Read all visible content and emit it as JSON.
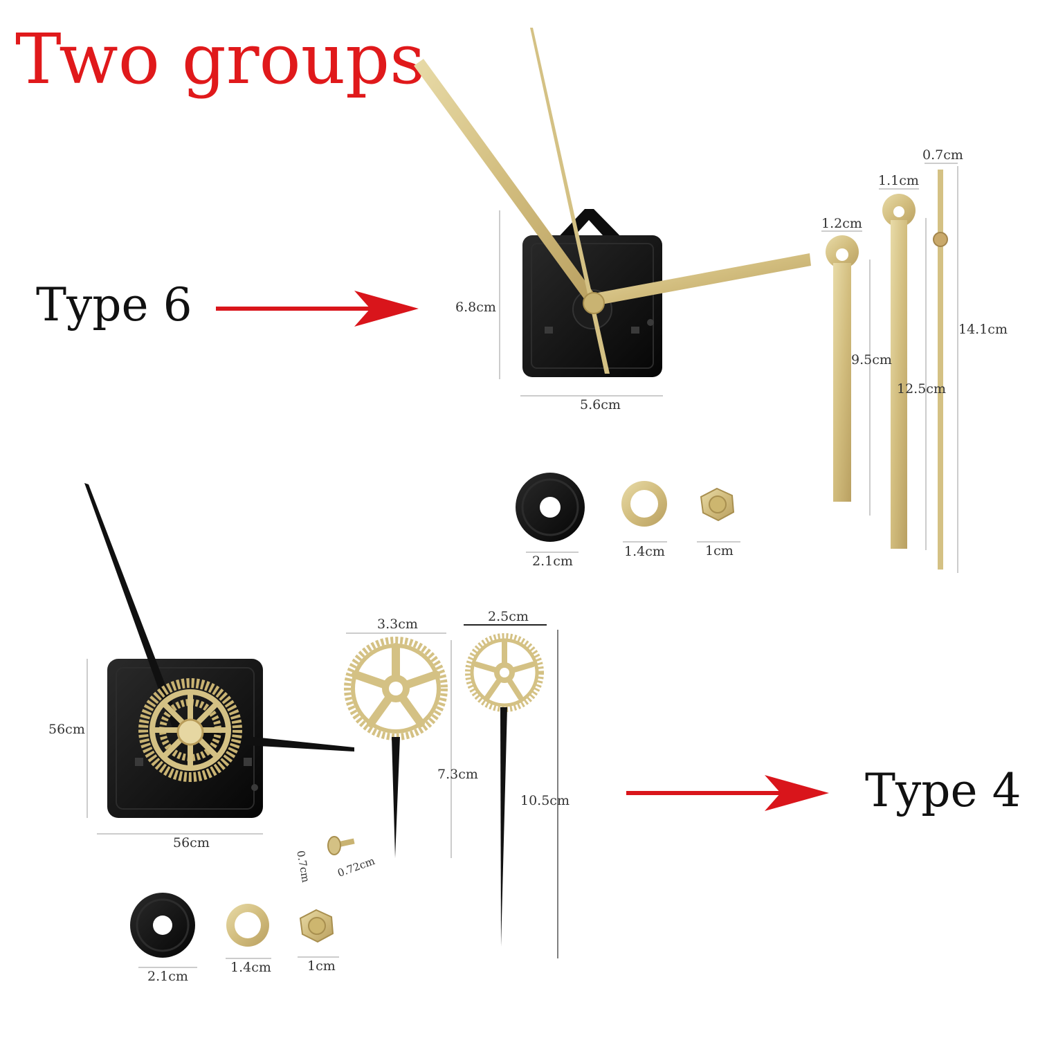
{
  "title": "Two groups",
  "type6": {
    "label": "Type 6",
    "movement_height": "6.8cm",
    "movement_width": "5.6cm",
    "hour_hand_width": "1.2cm",
    "minute_hand_width": "1.1cm",
    "second_hand_width": "0.7cm",
    "hour_hand_length": "9.5cm",
    "minute_hand_length": "12.5cm",
    "second_hand_length": "14.1cm",
    "gasket_size": "2.1cm",
    "washer_size": "1.4cm",
    "nut_size": "1cm"
  },
  "type4": {
    "label": "Type 4",
    "movement_height": "56cm",
    "movement_width": "56cm",
    "large_gear_width": "3.3cm",
    "small_gear_width": "2.5cm",
    "short_hand_length": "7.3cm",
    "long_hand_length": "10.5cm",
    "screw_height": "0.7cm",
    "screw_width": "0.72cm",
    "gasket_size": "2.1cm",
    "washer_size": "1.4cm",
    "nut_size": "1cm"
  },
  "colors": {
    "title": "#e0191b",
    "arrow": "#d9151b",
    "gold": "#d6c48a",
    "black": "#121212"
  }
}
